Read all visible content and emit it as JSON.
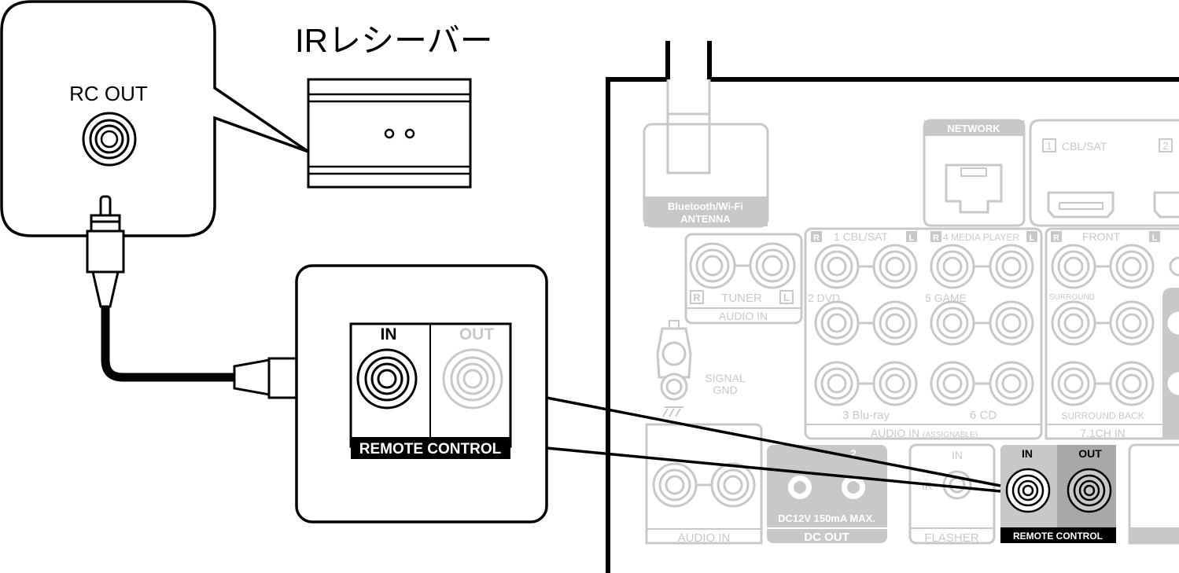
{
  "ir_receiver": {
    "label": "IRレシーバー",
    "rc_out_label": "RC OUT"
  },
  "zoom_panel": {
    "in_label": "IN",
    "out_label": "OUT",
    "remote_control_label": "REMOTE CONTROL"
  },
  "rear_panel": {
    "bluetooth_antenna_line1": "Bluetooth/Wi-Fi",
    "bluetooth_antenna_line2": "ANTENNA",
    "network_label": "NETWORK",
    "hdmi_1_label": "CBL/SAT",
    "hdmi_1_num": "1",
    "hdmi_2_num": "2",
    "tuner_r": "R",
    "tuner_l": "L",
    "tuner_label": "TUNER",
    "tuner_audio_in": "AUDIO IN",
    "signal_gnd_line1": "SIGNAL",
    "signal_gnd_line2": "GND",
    "cbl_sat_label": "1 CBL/SAT",
    "media_player_label": "4 MEDIA PLAYER",
    "dvd_label": "2 DVD",
    "game_label": "5 GAME",
    "bluray_label": "3 Blu-ray",
    "cd_label": "6 CD",
    "audio_in_assignable": "AUDIO IN",
    "assignable_sub": "(ASSIGNABLE)",
    "front_label": "FRONT",
    "surround_label": "SURROUND",
    "surround_back_label": "SURROUND BACK",
    "ch71_in_label": "7.1CH IN",
    "bottom_audio_in": "AUDIO IN",
    "dc_out_num": "2",
    "dc_out_spec": "DC12V 150mA MAX.",
    "dc_out_label": "DC OUT",
    "flasher_in": "IN",
    "flasher_ir": "IR",
    "flasher_label": "FLASHER",
    "remote_in": "IN",
    "remote_out": "OUT",
    "remote_control_label": "REMOTE CONTROL",
    "r_badge": "R",
    "l_badge": "L"
  }
}
